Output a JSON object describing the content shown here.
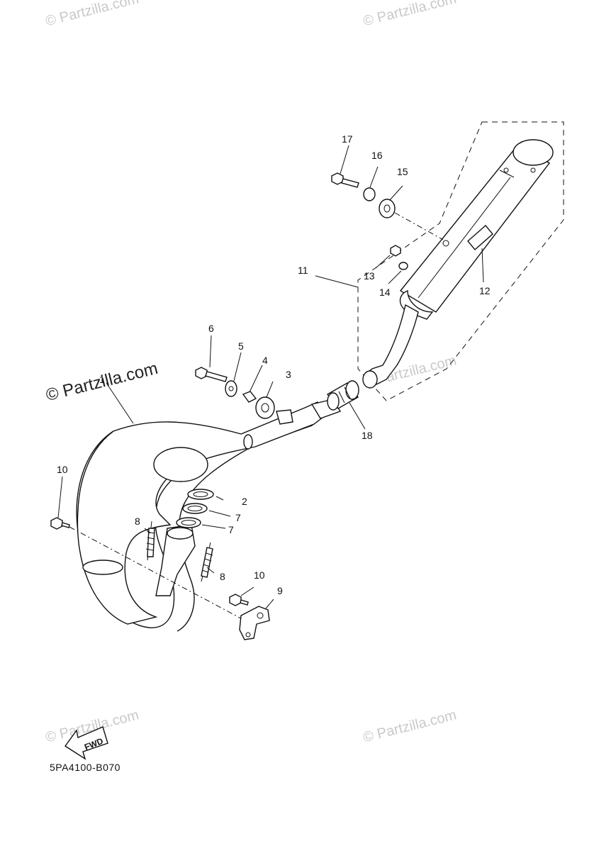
{
  "watermark": "© Partzilla.com",
  "drawing_code": "5PA4100-B070",
  "fwd_label": "FWD",
  "callouts": [
    "1",
    "2",
    "3",
    "4",
    "5",
    "6",
    "7",
    "7",
    "8",
    "8",
    "9",
    "10",
    "10",
    "11",
    "12",
    "13",
    "14",
    "15",
    "16",
    "17",
    "18"
  ]
}
